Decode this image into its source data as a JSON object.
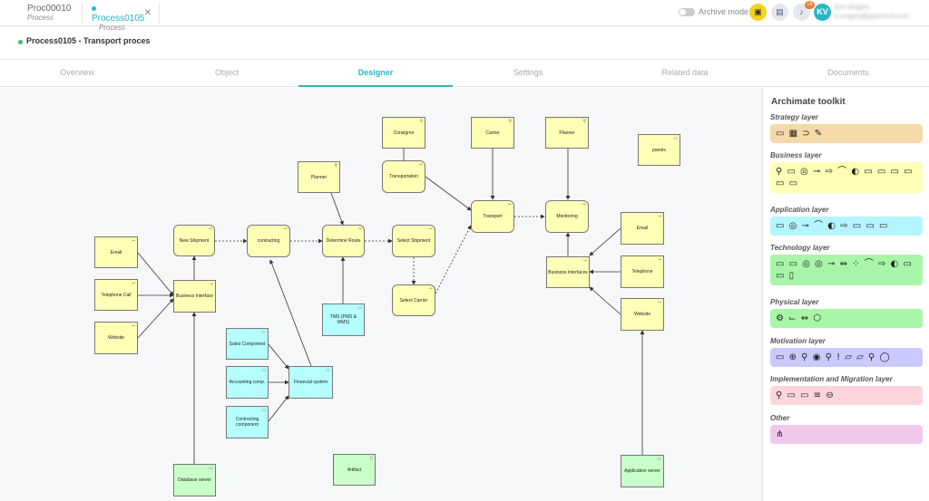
{
  "tabs": [
    {
      "title": "Proc00010",
      "subtitle": "Process"
    },
    {
      "title": "Process0105",
      "subtitle": "Process"
    }
  ],
  "header": {
    "archive_label": "Archive mode",
    "notif_count": "18",
    "avatar_initials": "KV",
    "user_name": "Kim Vergers",
    "user_email": "k.vergers@parevisrol.com"
  },
  "page_title": "Process0105 - Transport proces",
  "nav": [
    "Overview",
    "Object",
    "Designer",
    "Settings",
    "Related data",
    "Documents"
  ],
  "toolkit": {
    "title": "Archimate toolkit",
    "layers": [
      {
        "name": "Strategy layer",
        "color": "#f5d9a8",
        "icons": "▭ ▦ ⊃ ✎"
      },
      {
        "name": "Business layer",
        "color": "#ffffb5",
        "icons": "⚲ ▭ ◎ ⊸ ⇨ ⌒ ◐ ▭ ▭ ▭ ▭ ▭ ▭"
      },
      {
        "name": "Application layer",
        "color": "#b5f5ff",
        "icons": "▭ ◎ ⊸ ⌒ ◐ ⇨ ▭ ▭ ▭"
      },
      {
        "name": "Technology layer",
        "color": "#a8f5a8",
        "icons": "▭ ▭ ◎ ◎ ⊸ ⇔ ⁘ ⌒ ⇨ ◐ ▭ ▭ ▯"
      },
      {
        "name": "Physical layer",
        "color": "#a8f5a8",
        "icons": "⚙ ⌙ ⇔ ⬡"
      },
      {
        "name": "Motivation layer",
        "color": "#c9c9ff",
        "icons": "▭ ⊕ ⚲ ◉ ⚲ ! ▱ ▱ ⚲ ◯"
      },
      {
        "name": "Implementation and Migration layer",
        "color": "#ffd5dc",
        "icons": "⚲ ▭ ▭ ≡ ⊖"
      },
      {
        "name": "Other",
        "color": "#f0c9ea",
        "icons": "⋔"
      }
    ]
  },
  "nodes": [
    {
      "id": "email1",
      "label": "Email"
    },
    {
      "id": "telcall",
      "label": "Telephone Call"
    },
    {
      "id": "website1",
      "label": "Website"
    },
    {
      "id": "bi1",
      "label": "Business Interface"
    },
    {
      "id": "newship",
      "label": "New Shipment"
    },
    {
      "id": "contracting",
      "label": "contracting"
    },
    {
      "id": "planner1",
      "label": "Planner"
    },
    {
      "id": "detroute",
      "label": "Determine Route"
    },
    {
      "id": "tms",
      "label": "TMS (PMS & WMS)"
    },
    {
      "id": "consignor",
      "label": "Consignor"
    },
    {
      "id": "transportation",
      "label": "Transportation"
    },
    {
      "id": "selship",
      "label": "Select Shipment"
    },
    {
      "id": "selcarrier",
      "label": "Select Carrier"
    },
    {
      "id": "carrier",
      "label": "Carrier"
    },
    {
      "id": "transport",
      "label": "Transport"
    },
    {
      "id": "planner2",
      "label": "Planner"
    },
    {
      "id": "monitoring",
      "label": "Monitoring"
    },
    {
      "id": "email2",
      "label": "Email"
    },
    {
      "id": "bi2",
      "label": "Business Interfaces"
    },
    {
      "id": "telephone",
      "label": "Telephone"
    },
    {
      "id": "website2",
      "label": "Website"
    },
    {
      "id": "sales",
      "label": "Sales Component"
    },
    {
      "id": "accounting",
      "label": "Accounting comp."
    },
    {
      "id": "contractcomp",
      "label": "Contracting component"
    },
    {
      "id": "financial",
      "label": "Financial system"
    },
    {
      "id": "dbserver",
      "label": "Database server"
    },
    {
      "id": "artifact",
      "label": "Artifact"
    },
    {
      "id": "appserver",
      "label": "Application server"
    },
    {
      "id": "panels",
      "label": "panels"
    }
  ]
}
